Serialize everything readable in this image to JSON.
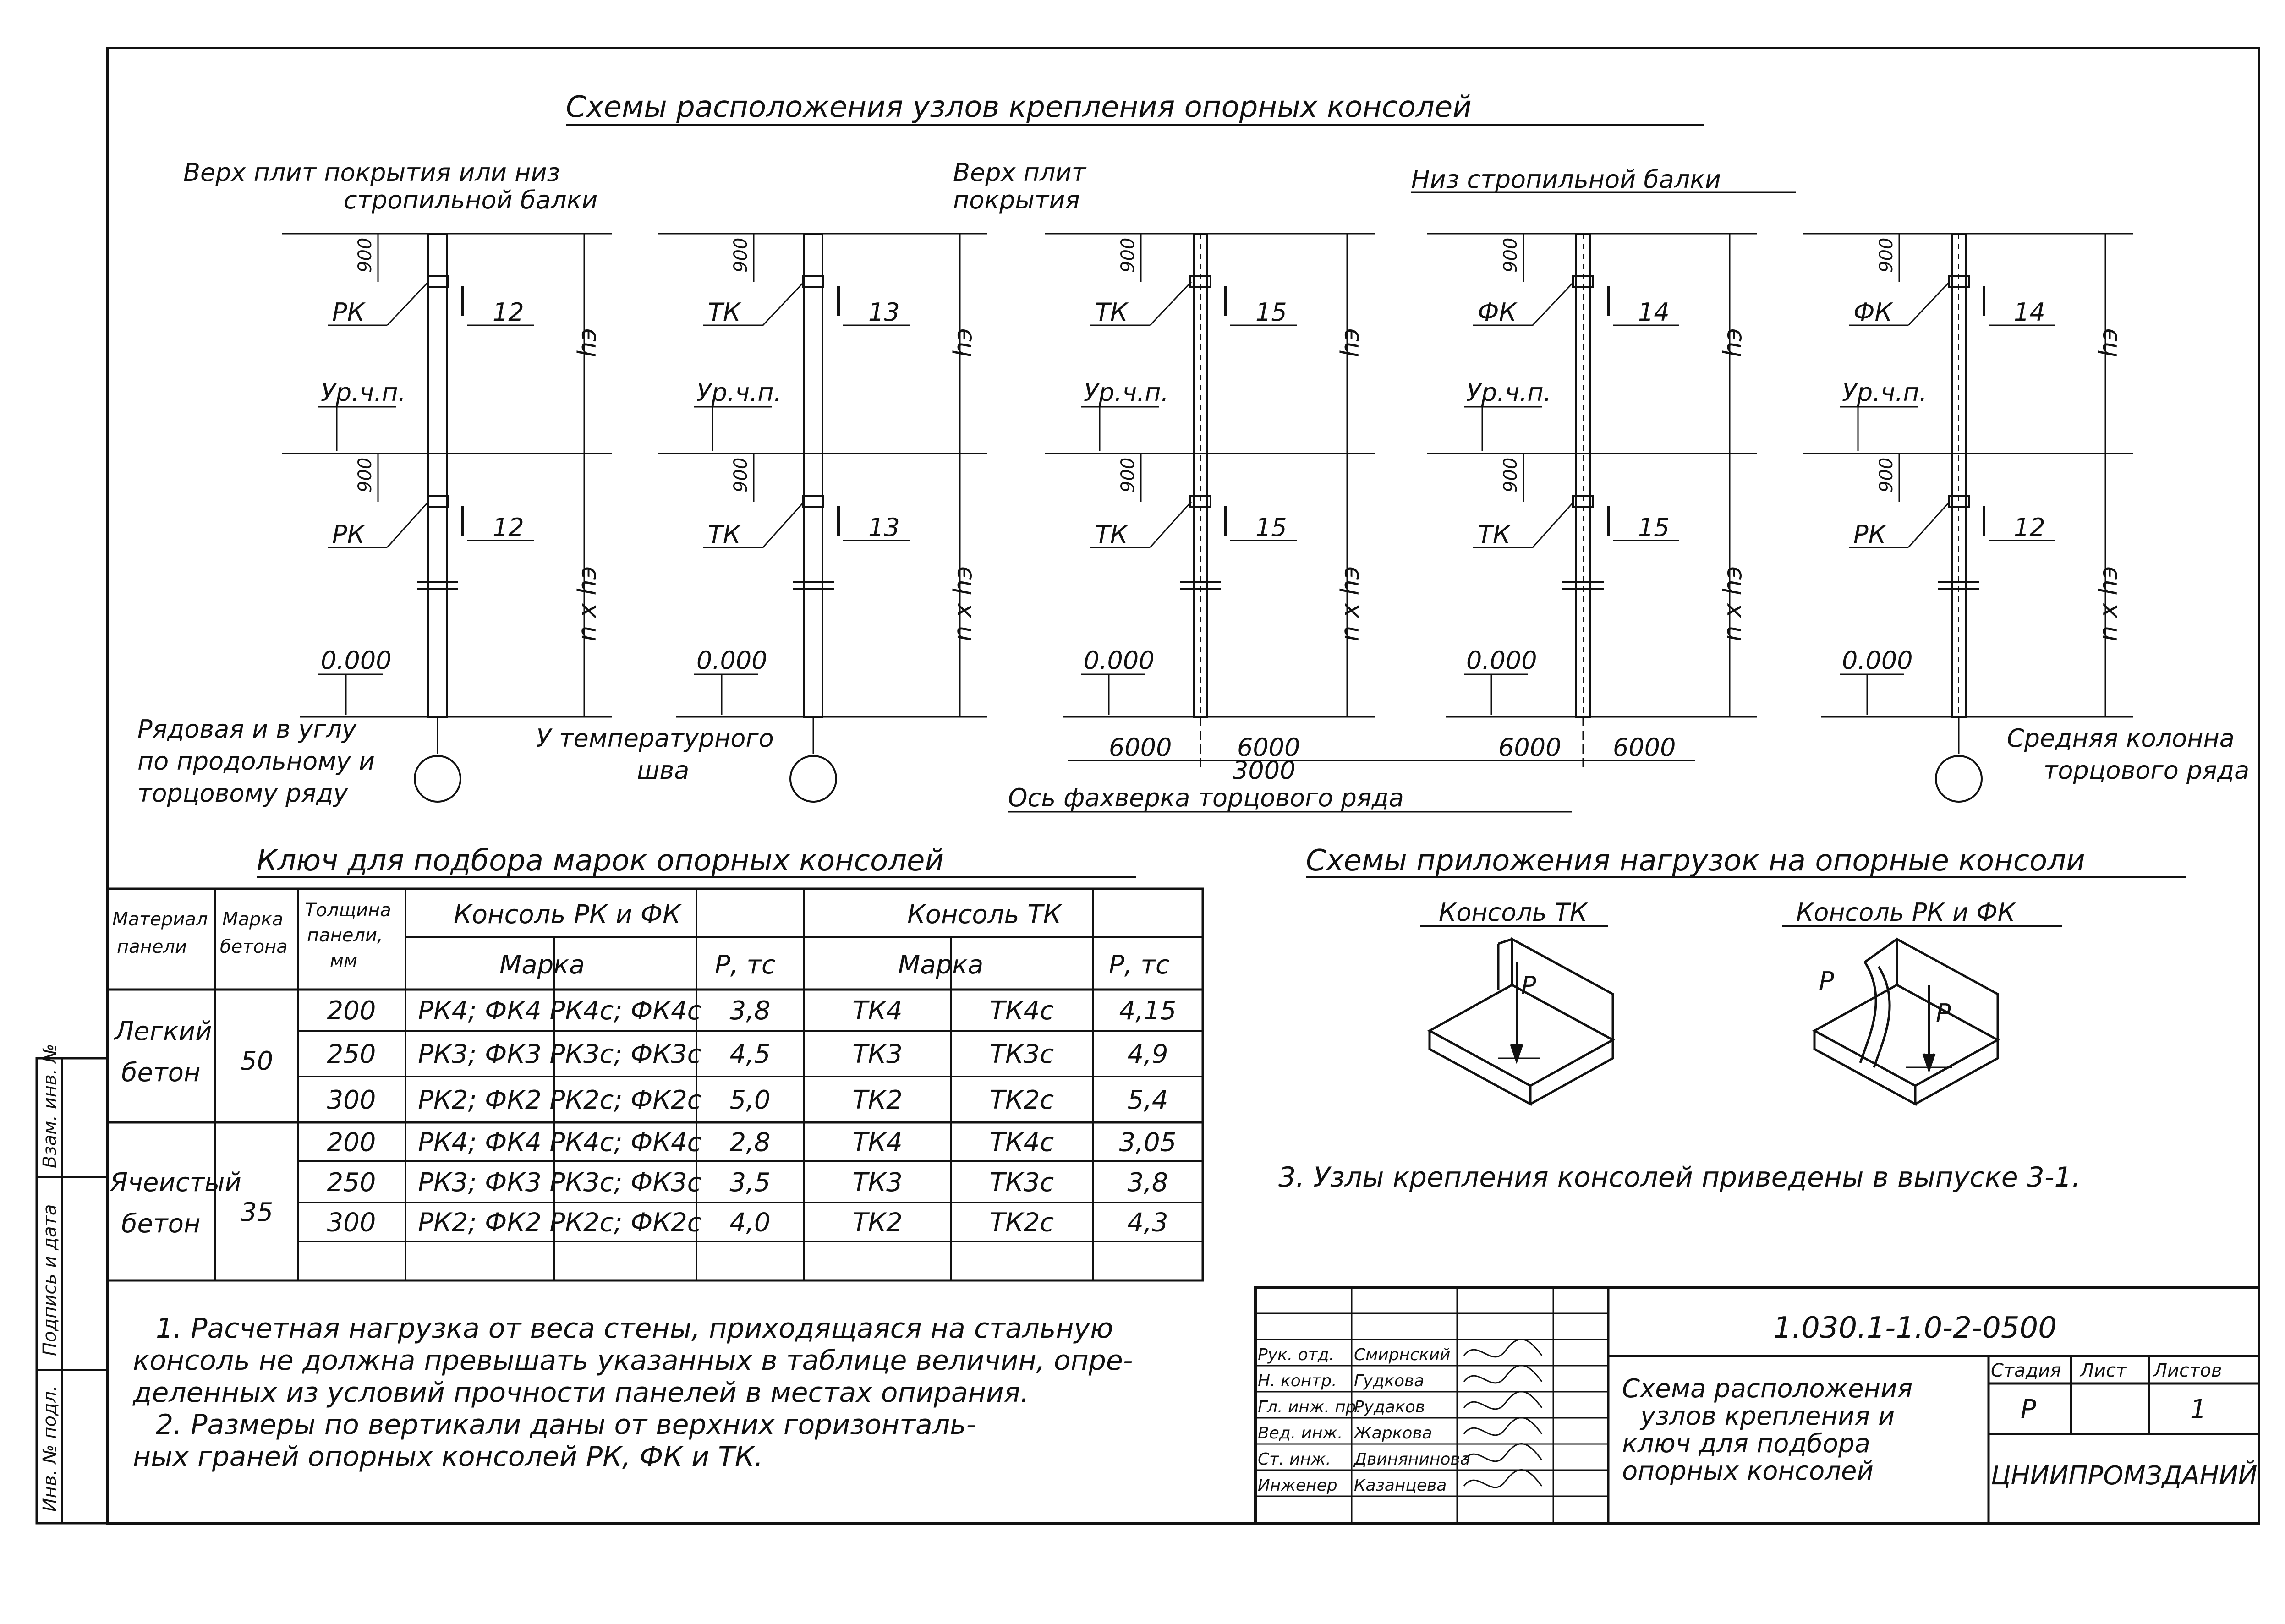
{
  "drawing": {
    "title_schemes": "Схемы расположения узлов крепления опорных консолей",
    "col1_top_label_1": "Верх плит покрытия или низ",
    "col1_top_label_2": "стропильной балки",
    "col3_top_label_1": "Верх плит",
    "col3_top_label_2": "покрытия",
    "col4_top_label": "Низ стропильной балки",
    "dim_900": "900",
    "floor_label": "Ур.ч.п.",
    "zero_label": "0.000",
    "h_label": "hэ",
    "nh_label": "n x hэ",
    "columns": [
      {
        "upper": "РК",
        "upper_num": "12",
        "lower": "РК",
        "lower_num": "12"
      },
      {
        "upper": "ТК",
        "upper_num": "13",
        "lower": "ТК",
        "lower_num": "13"
      },
      {
        "upper": "ТК",
        "upper_num": "15",
        "lower": "ТК",
        "lower_num": "15"
      },
      {
        "upper": "ФК",
        "upper_num": "14",
        "lower": "ТК",
        "lower_num": "15"
      },
      {
        "upper": "ФК",
        "upper_num": "14",
        "lower": "РК",
        "lower_num": "12"
      }
    ],
    "bottom_note_1a": "Рядовая и в углу",
    "bottom_note_1b": "по продольному и",
    "bottom_note_1c": "торцовому ряду",
    "bottom_note_2a": "У температурного",
    "bottom_note_2b": "шва",
    "dim_6000": "6000",
    "dim_3000": "3000",
    "axis_label": "Ось фахверка торцового ряда",
    "bottom_note_5a": "Средняя колонна",
    "bottom_note_5b": "торцового ряда"
  },
  "key_table": {
    "title": "Ключ для подбора марок опорных консолей",
    "headers": {
      "material": "Материал панели",
      "grade": "Марка бетона",
      "thickness": "Толщина панели, мм",
      "console_rk": "Консоль РК и ФК",
      "console_tk": "Консоль ТК",
      "mark": "Марка",
      "p_tc": "Р, тс"
    },
    "materials": [
      "Легкий бетон",
      "Ячеистый бетон"
    ],
    "grades": [
      "50",
      "35"
    ],
    "rows": [
      [
        "200",
        "РК4; ФК4",
        "РК4с; ФК4с",
        "3,8",
        "ТК4",
        "ТК4с",
        "4,15"
      ],
      [
        "250",
        "РК3; ФК3",
        "РК3с; ФК3с",
        "4,5",
        "ТК3",
        "ТК3с",
        "4,9"
      ],
      [
        "300",
        "РК2; ФК2",
        "РК2с; ФК2с",
        "5,0",
        "ТК2",
        "ТК2с",
        "5,4"
      ],
      [
        "200",
        "РК4; ФК4",
        "РК4с; ФК4с",
        "2,8",
        "ТК4",
        "ТК4с",
        "3,05"
      ],
      [
        "250",
        "РК3; ФК3",
        "РК3с; ФК3с",
        "3,5",
        "ТК3",
        "ТК3с",
        "3,8"
      ],
      [
        "300",
        "РК2; ФК2",
        "РК2с; ФК2с",
        "4,0",
        "ТК2",
        "ТК2с",
        "4,3"
      ]
    ]
  },
  "load_schemes": {
    "title": "Схемы приложения нагрузок на опорные консоли",
    "tk": "Консоль ТК",
    "rk": "Консоль РК и ФК",
    "p": "Р",
    "note3": "3. Узлы крепления консолей приведены в выпуске 3-1."
  },
  "notes": {
    "n1_1": "1. Расчетная нагрузка от веса стены, приходящаяся на стальную",
    "n1_2": "консоль не должна превышать указанных в таблице величин, опре-",
    "n1_3": "деленных из условий прочности панелей в местах опирания.",
    "n2_1": "2. Размеры по вертикали даны от верхних горизонталь-",
    "n2_2": "ных граней опорных консолей РК, ФК и ТК."
  },
  "left_strip": [
    "Взам. инв. №",
    "Подпись и дата",
    "Инв. № подл."
  ],
  "stamp": {
    "code": "1.030.1-1.0-2-0500",
    "description_1": "Схема расположения",
    "description_2": "узлов крепления и",
    "description_3": "ключ для подбора",
    "description_4": "опорных консолей",
    "stage_h": "Стадия",
    "sheet_h": "Лист",
    "sheets_h": "Листов",
    "stage": "Р",
    "sheets": "1",
    "org": "ЦНИИПРОМЗДАНИЙ",
    "roles": [
      [
        "Рук. отд.",
        "Смирнский"
      ],
      [
        "Н. контр.",
        "Гудкова"
      ],
      [
        "Гл. инж. пр.",
        "Рудаков"
      ],
      [
        "Вед. инж.",
        "Жаркова"
      ],
      [
        "Ст. инж.",
        "Двинянинова"
      ],
      [
        "Инженер",
        "Казанцева"
      ]
    ]
  }
}
